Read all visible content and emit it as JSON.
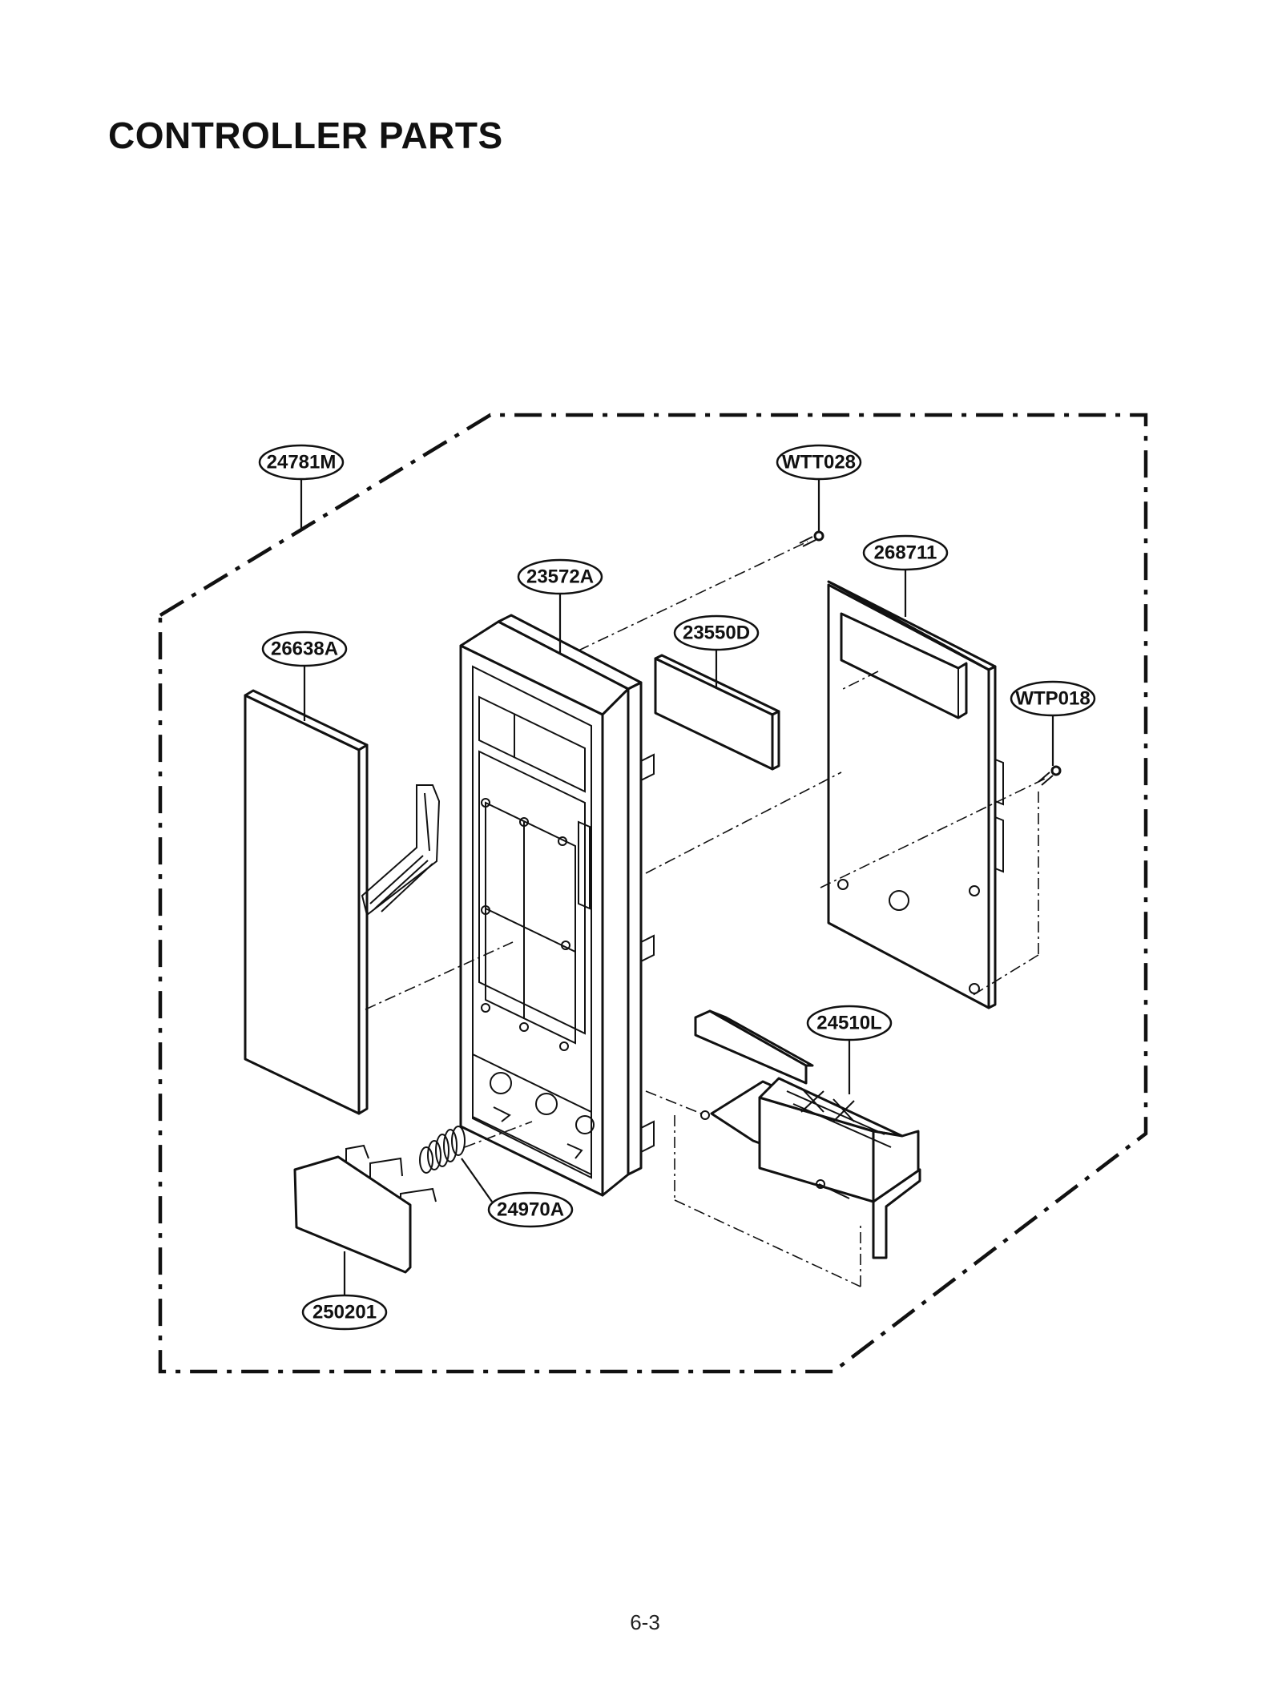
{
  "page": {
    "title": "CONTROLLER PARTS",
    "page_number": "6-3"
  },
  "callouts": [
    {
      "id": "24781M",
      "label": "24781M"
    },
    {
      "id": "WTT028",
      "label": "WTT028"
    },
    {
      "id": "268711",
      "label": "268711"
    },
    {
      "id": "23572A",
      "label": "23572A"
    },
    {
      "id": "23550D",
      "label": "23550D"
    },
    {
      "id": "26638A",
      "label": "26638A"
    },
    {
      "id": "WTP018",
      "label": "WTP018"
    },
    {
      "id": "24510L",
      "label": "24510L"
    },
    {
      "id": "24970A",
      "label": "24970A"
    },
    {
      "id": "250201",
      "label": "250201"
    }
  ]
}
